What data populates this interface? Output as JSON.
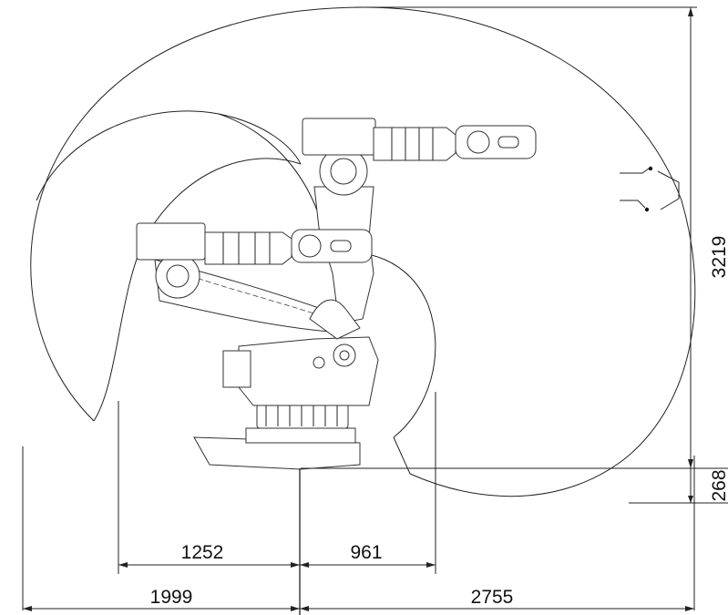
{
  "dimensions": {
    "reach_height": "3219",
    "base_height": "268",
    "inner_left_radius": "1252",
    "inner_right_radius": "961",
    "outer_left_reach": "1999",
    "outer_right_reach": "2755"
  },
  "colors": {
    "line": "#222222",
    "background": "#ffffff"
  }
}
